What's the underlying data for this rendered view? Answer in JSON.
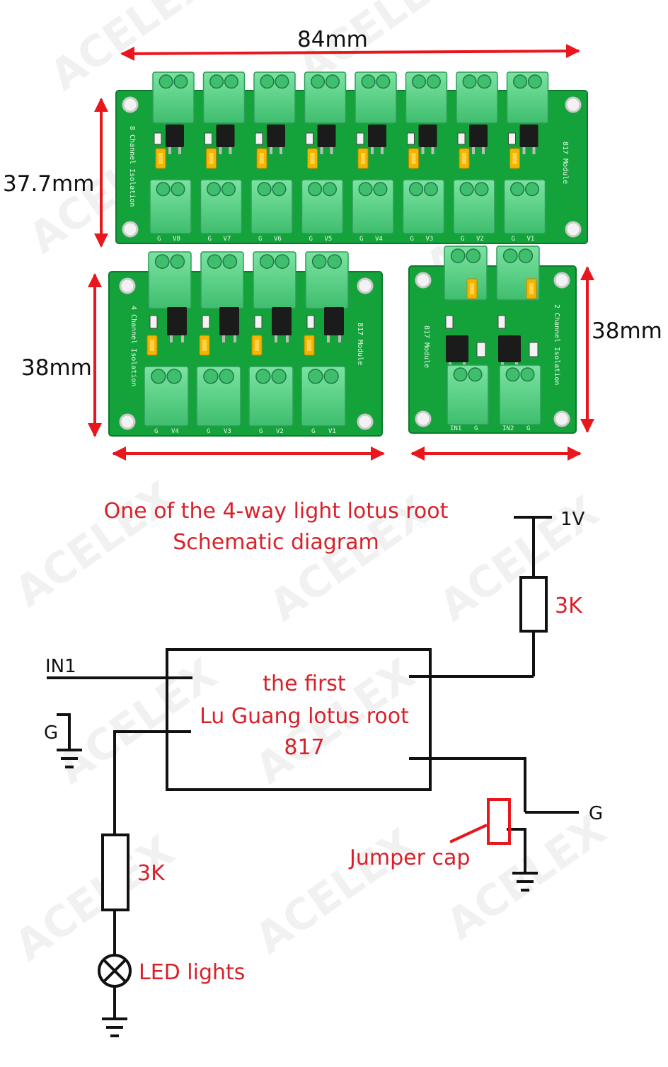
{
  "watermark": "ACELEX",
  "dimensions": {
    "board8_width": "84mm",
    "board8_height": "37.7mm",
    "board4_height": "38mm",
    "board2_height": "38mm"
  },
  "boards": {
    "board8": {
      "title_left": "8 Channel Isolation",
      "title_right": "817 Module",
      "channel_labels": [
        "V8",
        "V7",
        "V6",
        "V5",
        "V4",
        "V3",
        "V2",
        "V1"
      ],
      "ground_label": "G"
    },
    "board4": {
      "title_left": "4 Channel Isolation",
      "title_right": "817 Module",
      "channel_labels": [
        "V4",
        "V3",
        "V2",
        "V1"
      ],
      "ground_label": "G"
    },
    "board2": {
      "title_left": "817 Module",
      "title_right": "2 Channel Isolation",
      "input_labels": [
        "IN1",
        "IN2"
      ],
      "ground_label": "G"
    }
  },
  "schematic": {
    "title_line1": "One of the 4-way light lotus root",
    "title_line2": "Schematic diagram",
    "supply_label": "1V",
    "resistor_top_label": "3K",
    "resistor_bottom_label": "3K",
    "input_label": "IN1",
    "ground_left_label": "G",
    "ground_right_label": "G",
    "chip_line1": "the first",
    "chip_line2": "Lu Guang lotus root",
    "chip_line3": "817",
    "jumper_label": "Jumper cap",
    "led_label": "LED lights"
  },
  "colors": {
    "pcb": "#13a33a",
    "terminal": "#5fd18a",
    "jumper": "#f4b400",
    "arrow": "#e8161d",
    "accent_text": "#d8212a"
  }
}
